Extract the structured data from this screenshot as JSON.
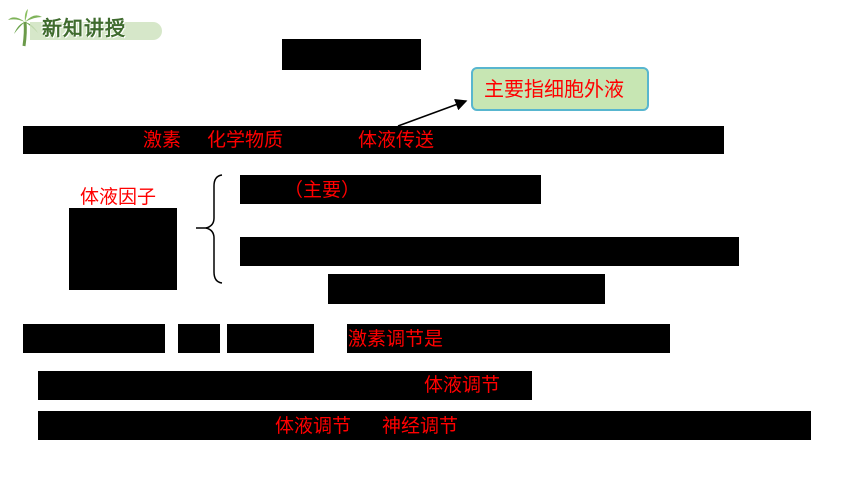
{
  "header": {
    "logo_text": "新知讲授"
  },
  "callout": {
    "text": "主要指细胞外液"
  },
  "line1": {
    "term1": "激素",
    "term2": "化学物质",
    "term3": "体液传送"
  },
  "left_label": {
    "text": "体液因子"
  },
  "branch": {
    "note": "（主要）"
  },
  "line4": {
    "text": "激素调节是"
  },
  "line5": {
    "text": "体液调节"
  },
  "line6": {
    "term1": "体液调节",
    "term2": "神经调节"
  },
  "colors": {
    "highlight": "#ff0000",
    "callout_bg": "#c7e6b3",
    "callout_border": "#58b6cf",
    "redaction": "#000000"
  }
}
